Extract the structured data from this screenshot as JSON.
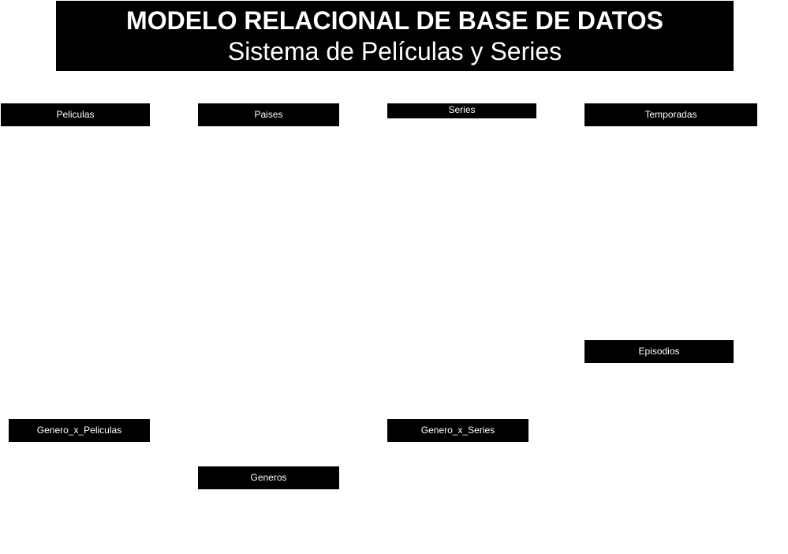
{
  "header": {
    "title": "MODELO RELACIONAL DE BASE DE DATOS",
    "subtitle": "Sistema de Películas y Series"
  },
  "entities": {
    "peliculas": "Peliculas",
    "paises": "Paises",
    "series": "Series",
    "temporadas": "Temporadas",
    "episodios": "Episodios",
    "genero_x_peliculas": "Genero_x_Peliculas",
    "genero_x_series": "Genero_x_Series",
    "generos": "Generos"
  },
  "colors": {
    "box_fill": "#000000",
    "box_text": "#ffffff",
    "background": "#ffffff"
  }
}
